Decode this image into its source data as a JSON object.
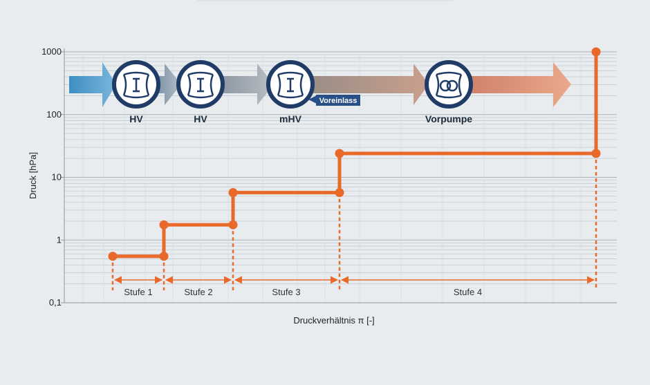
{
  "colors": {
    "background": "#e8ecef",
    "orange": "#e8692a",
    "navy": "#1f3b66",
    "blue_arrow": "#3a8fc3",
    "grey_arrow": "#8d99a6",
    "salmon_arrow": "#d78a6a",
    "grid": "#b9c0c7"
  },
  "chart_data": {
    "type": "line",
    "xlabel": "Druckverhältnis π  [-]",
    "ylabel": "Druck  [hPa]",
    "y_scale": "log",
    "ylim": [
      0.1,
      1000
    ],
    "yticks": [
      {
        "value": 1000,
        "label": "1000"
      },
      {
        "value": 100,
        "label": "100"
      },
      {
        "value": 10,
        "label": "10"
      },
      {
        "value": 1,
        "label": "1"
      },
      {
        "value": 0.1,
        "label": "0,1"
      }
    ],
    "grid": true,
    "series": [
      {
        "points": [
          {
            "x": 1,
            "y": 0.55
          },
          {
            "x": 2,
            "y": 0.55
          },
          {
            "x": 2,
            "y": 1.75
          },
          {
            "x": 3,
            "y": 1.75
          },
          {
            "x": 3,
            "y": 5.7
          },
          {
            "x": 4,
            "y": 5.7
          },
          {
            "x": 4,
            "y": 24
          },
          {
            "x": 5,
            "y": 24
          },
          {
            "x": 5,
            "y": 1000
          }
        ]
      }
    ],
    "stages": [
      {
        "label": "Stufe 1",
        "from": 1,
        "to": 2
      },
      {
        "label": "Stufe 2",
        "from": 2,
        "to": 3
      },
      {
        "label": "Stufe 3",
        "from": 3,
        "to": 4
      },
      {
        "label": "Stufe 4",
        "from": 4,
        "to": 5
      }
    ],
    "pumps": [
      {
        "label": "HV",
        "icon": "turbo-pump-icon"
      },
      {
        "label": "HV",
        "icon": "turbo-pump-icon"
      },
      {
        "label": "mHV",
        "icon": "turbo-pump-icon"
      },
      {
        "label": "Vorpumpe",
        "icon": "roots-pump-icon"
      }
    ],
    "annotations": [
      {
        "text": "Voreinlass"
      }
    ]
  }
}
